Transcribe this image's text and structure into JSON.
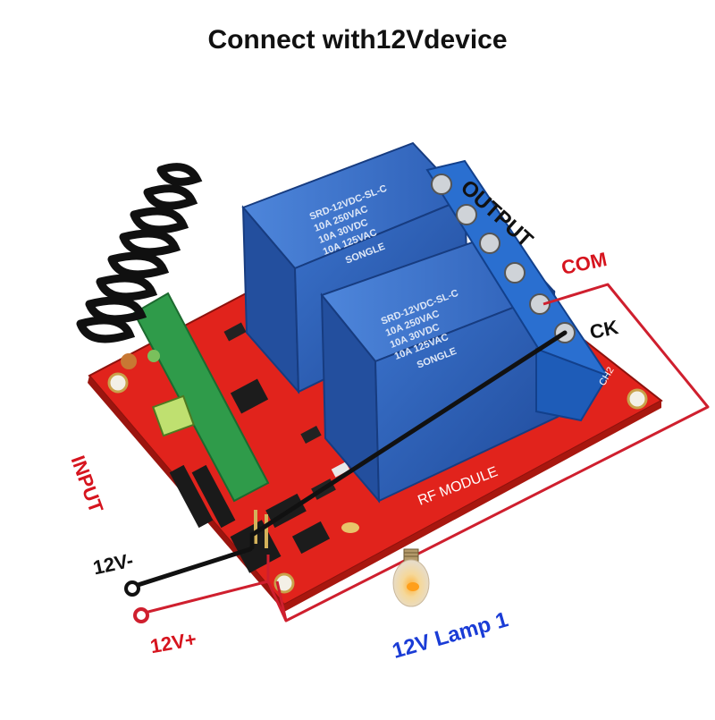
{
  "title": "Connect with12Vdevice",
  "labels": {
    "output": "OUTPUT",
    "com": "COM",
    "ck": "CK",
    "input": "INPUT",
    "v_minus": "12V-",
    "v_plus": "12V+",
    "lamp": "12V Lamp 1"
  },
  "board_text": {
    "rf_module": "RF MODULE",
    "relay_brand": "SONGLE",
    "relay_model": "SRD-12VDC-SL-C",
    "relay_rating_1": "10A 250VAC",
    "relay_rating_2": "10A 30VDC",
    "relay_rating_3": "10A 125VAC",
    "ch2": "CH2"
  },
  "colors": {
    "board": "#e1231c",
    "relay": "#2f5fb3",
    "terminal": "#1f62c6",
    "wire_red": "#cf1f2e",
    "wire_black": "#111111",
    "com_label": "#d6141e",
    "input_label": "#d6141e",
    "lamp_label": "#1a3cd6"
  }
}
